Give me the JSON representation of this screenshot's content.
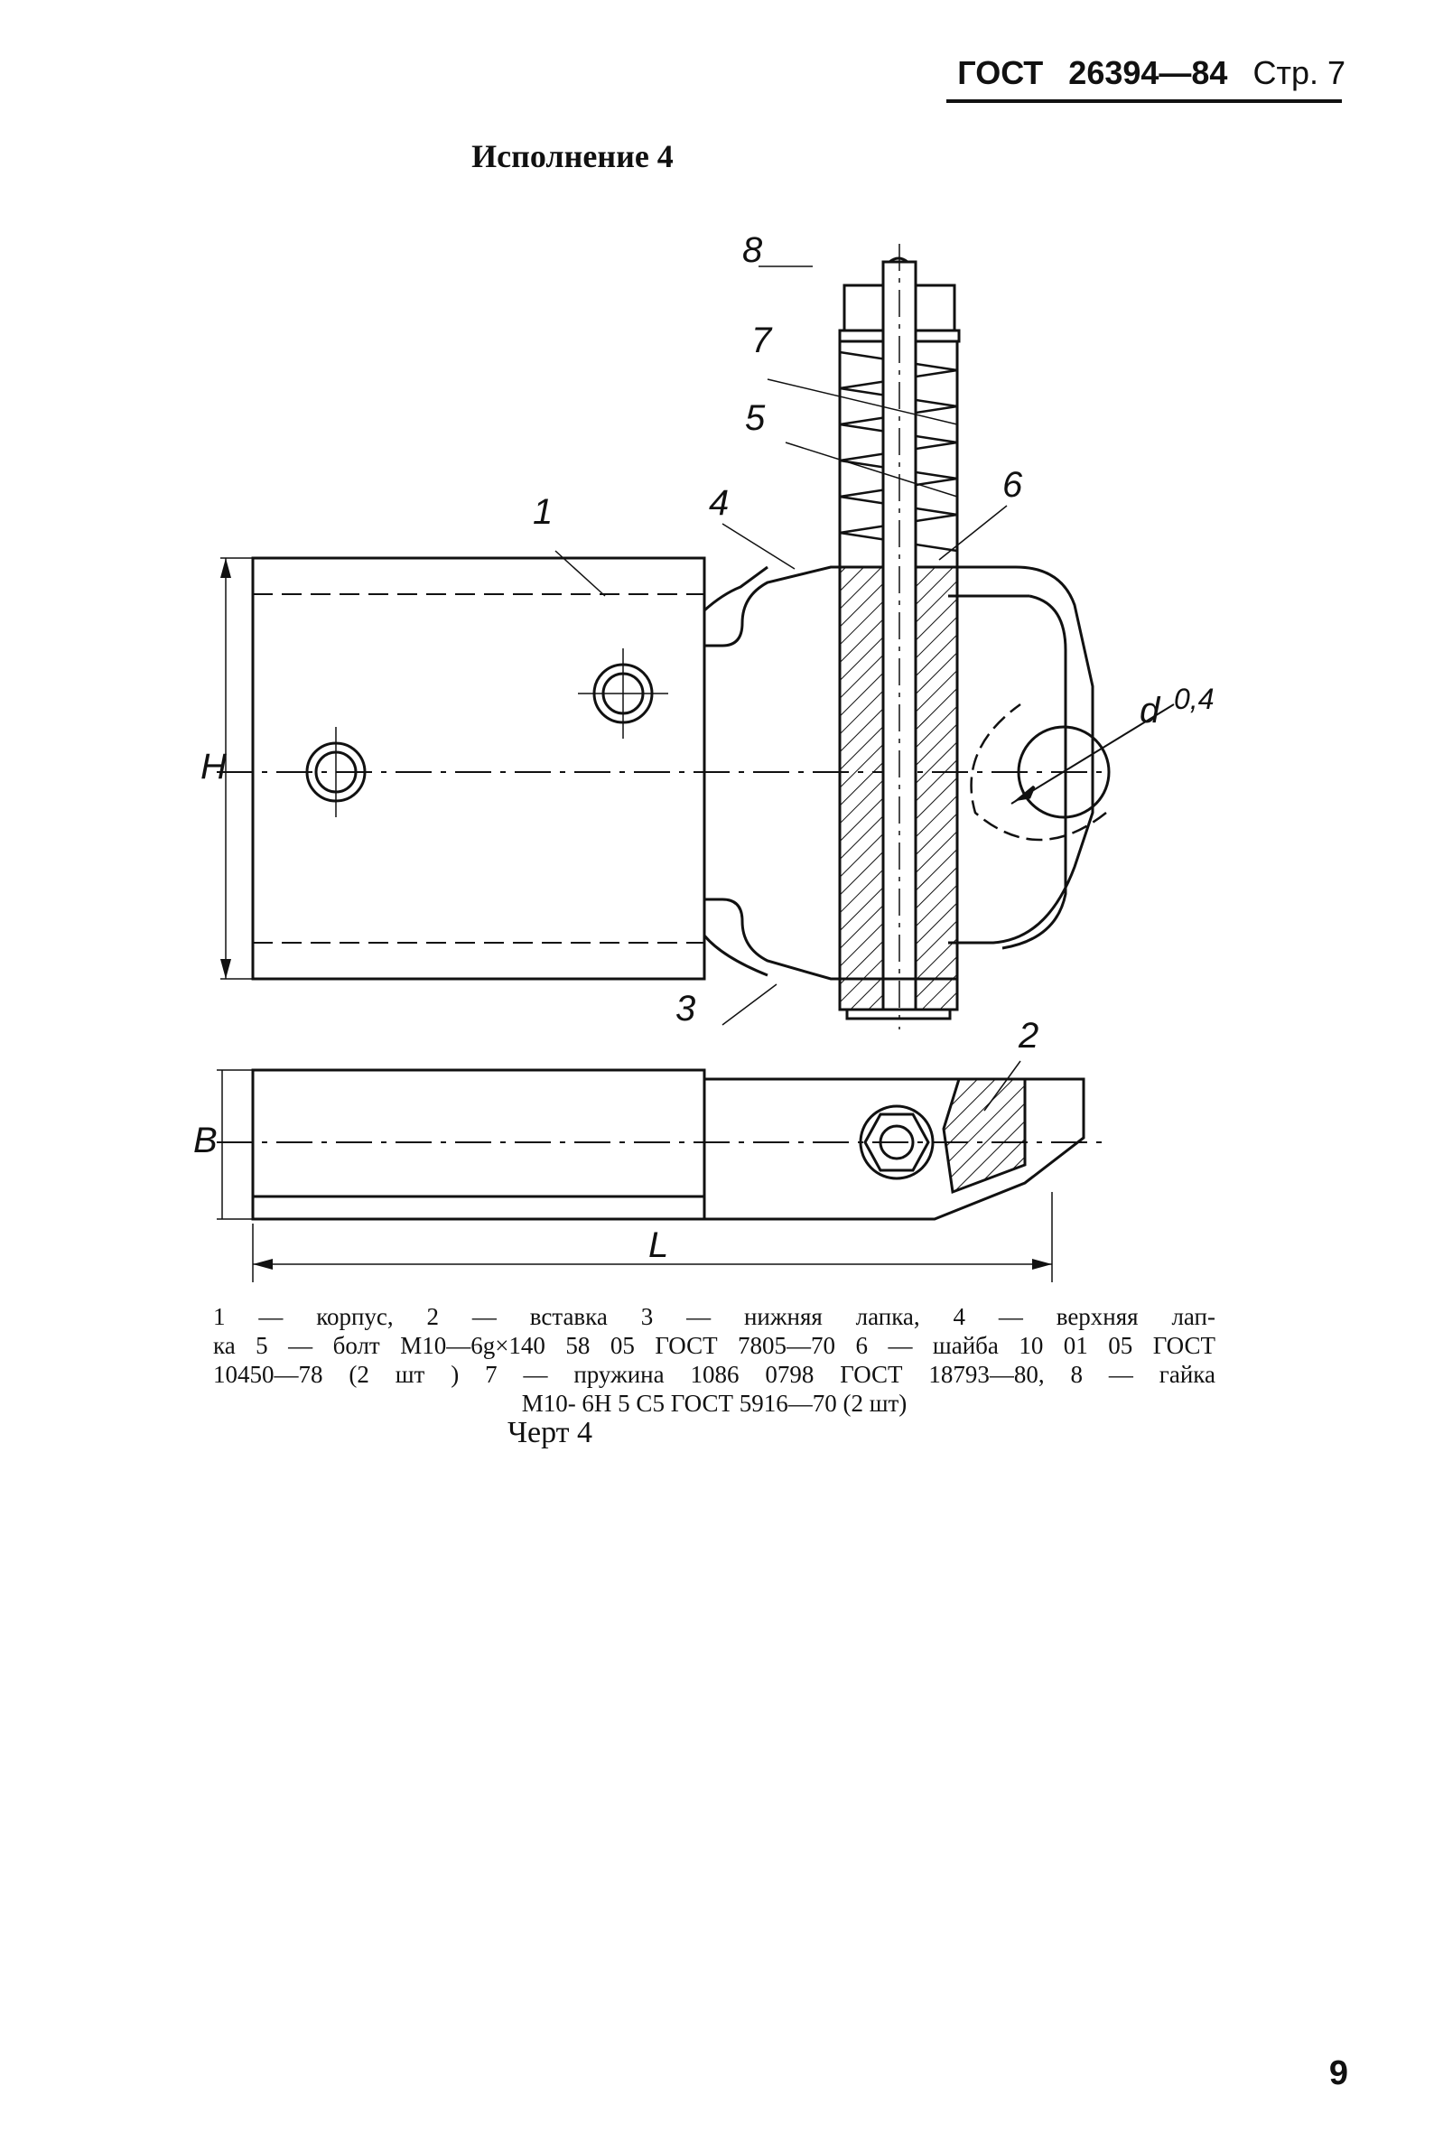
{
  "header": {
    "standard": "ГОСТ",
    "number": "26394—84",
    "page_ref": "Стр. 7"
  },
  "section_title": "Исполнение 4",
  "drawing": {
    "callouts": [
      "1",
      "2",
      "3",
      "4",
      "5",
      "6",
      "7",
      "8"
    ],
    "dimensions": {
      "height": "H",
      "width": "B",
      "length": "L",
      "diameter": "d"
    },
    "roughness": "0,4"
  },
  "caption_lines": [
    "1 — корпус,   2 — вставка   3 — нижняя   лапка,   4 — верхняя   лап-",
    "ка   5 — болт   М10—6g×140 58 05   ГОСТ   7805—70   6 — шайба   10 01 05   ГОСТ",
    "10450—78   (2   шт )   7 — пружина   1086 0798   ГОСТ   18793—80,   8 — гайка",
    "М10- 6Н 5 С5   ГОСТ   5916—70   (2   шт)"
  ],
  "figure_label": "Черт 4",
  "page_number": "9"
}
